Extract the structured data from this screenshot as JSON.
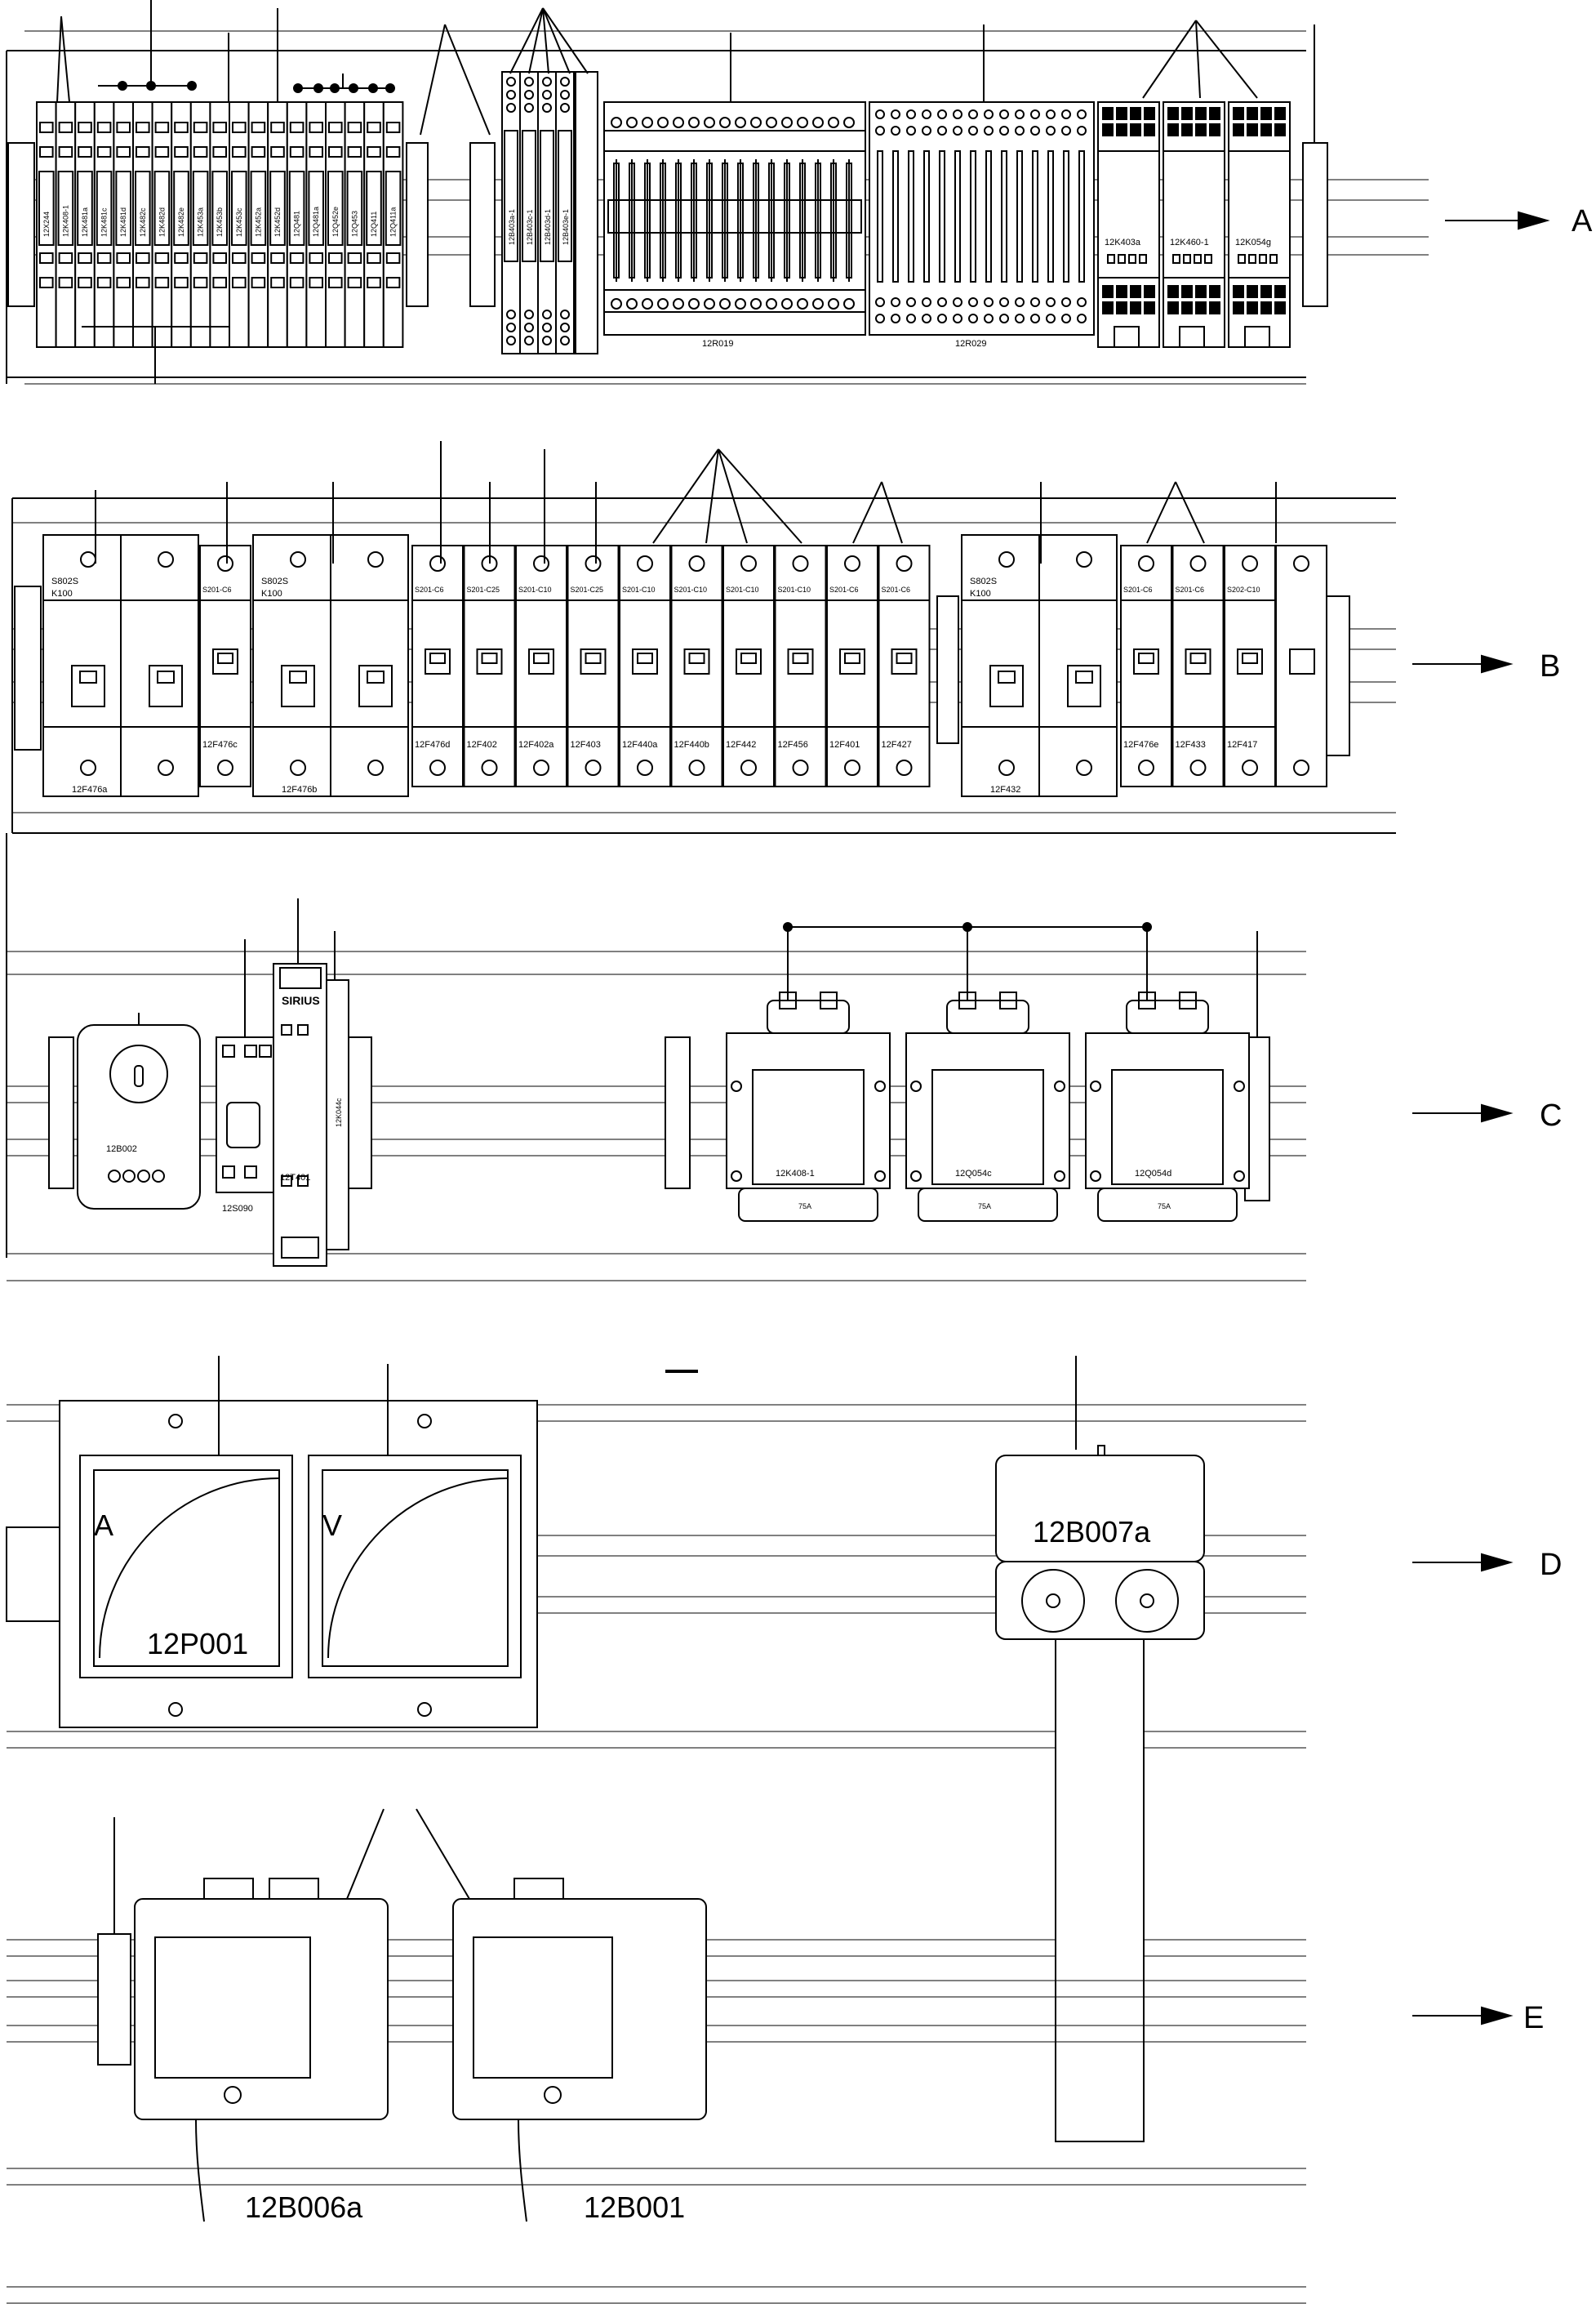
{
  "section_labels": [
    "A",
    "B",
    "C",
    "D",
    "E"
  ],
  "row_a": {
    "terminal_labels": [
      "12X244",
      "12K408-1",
      "12K481a",
      "12K481c",
      "12K481d",
      "12K482c",
      "12K482d",
      "12K482e",
      "12K453a",
      "12K453b",
      "12K453c",
      "12K452a",
      "12K452d",
      "12Q481",
      "12Q481a",
      "12Q452e",
      "12Q453",
      "12Q411",
      "12Q411a"
    ],
    "fuse_labels": [
      "12B403a-1",
      "12B403c-1",
      "12B403d-1",
      "12B403e-1"
    ],
    "block1": "12R019",
    "block2": "12R029",
    "relay_labels": [
      "12K403a",
      "12K460-1",
      "12K054g"
    ]
  },
  "row_b": {
    "large_breakers": [
      {
        "type": "S802S",
        "rating": "K100",
        "tag": "12F476a"
      },
      {
        "type": "S802S",
        "rating": "K100",
        "tag": "12F476b"
      },
      {
        "type": "S802S",
        "rating": "K100",
        "tag": "12F432"
      }
    ],
    "single_c": {
      "type": "S201-C6",
      "tag": "12F476c"
    },
    "group1": [
      {
        "type": "S201-C6",
        "tag": "12F476d"
      },
      {
        "type": "S201-C25",
        "tag": "12F402"
      },
      {
        "type": "S201-C10",
        "tag": "12F402a"
      },
      {
        "type": "S201-C25",
        "tag": "12F403"
      },
      {
        "type": "S201-C10",
        "tag": "12F440a"
      },
      {
        "type": "S201-C10",
        "tag": "12F440b"
      },
      {
        "type": "S201-C10",
        "tag": "12F442"
      },
      {
        "type": "S201-C10",
        "tag": "12F456"
      },
      {
        "type": "S201-C6",
        "tag": "12F401"
      },
      {
        "type": "S201-C6",
        "tag": "12F427"
      }
    ],
    "group2": [
      {
        "type": "S201-C6",
        "tag": "12F476e"
      },
      {
        "type": "S201-C6",
        "tag": "12F433"
      },
      {
        "type": "S202-C10",
        "tag": "12F417"
      }
    ]
  },
  "row_c": {
    "thermostat": "12B002",
    "switch": "12S090",
    "brand": "SIRIUS",
    "timer": "12T401",
    "relay_side": "12K044c",
    "contactors": [
      {
        "tag": "12K408-1",
        "rating": "75A"
      },
      {
        "tag": "12Q054c",
        "rating": "75A"
      },
      {
        "tag": "12Q054d",
        "rating": "75A"
      }
    ]
  },
  "row_d": {
    "meter1_symbol": "A",
    "meter2_symbol": "V",
    "meter_tag": "12P001",
    "sensor_tag": "12B007a"
  },
  "row_e": {
    "sensor1": "12B006a",
    "sensor2": "12B001"
  }
}
